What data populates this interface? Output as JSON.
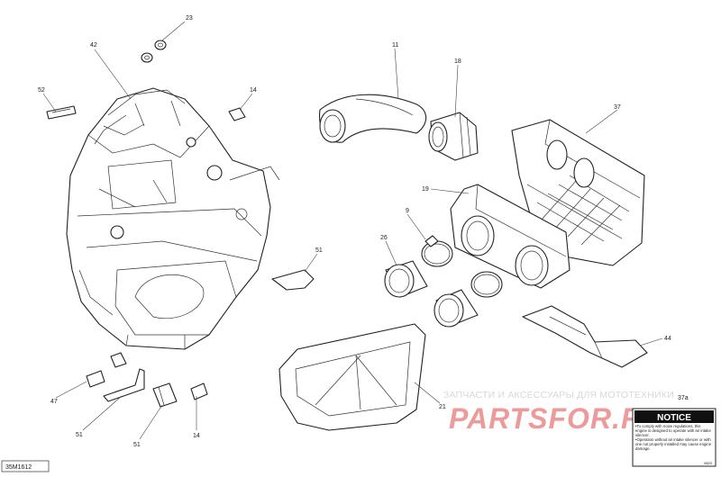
{
  "diagram_id": "35M1612",
  "callouts": {
    "c23": "23",
    "c42": "42",
    "c11": "11",
    "c18": "18",
    "c52": "52",
    "c14a": "14",
    "c37": "37",
    "c19": "19",
    "c9": "9",
    "c26": "26",
    "c51a": "51",
    "c44": "44",
    "c47": "47",
    "c51b": "51",
    "c51c": "51",
    "c14b": "14",
    "c21": "21",
    "c37a": "37a"
  },
  "watermark": {
    "subtitle": "ЗАПЧАСТИ И АКСЕССУАРЫ ДЛЯ МОТОТЕХНИКИ",
    "logo": "PARTSFOR.RU",
    "color": "#d22020"
  },
  "notice_label": {
    "title": "NOTICE",
    "line1": "•To comply with noise regulations, this engine is designed to operate with air intake silencer.",
    "line2": "•Operation without air intake silencer or with one not properly installed may cause engine damage.",
    "code": "9820"
  }
}
